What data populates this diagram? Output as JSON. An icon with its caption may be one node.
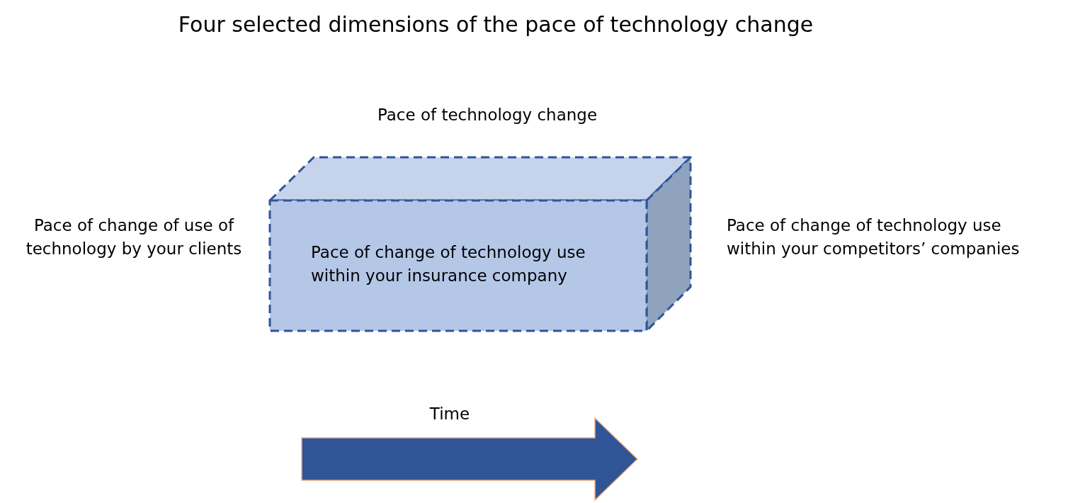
{
  "diagram": {
    "title": "Four selected dimensions of the pace of technology change",
    "nodes": [
      {
        "text": [
          "Pace of change of technology use within your insurance company"
        ]
      }
    ],
    "labels": [
      "Pace of technology change",
      "Pace of change of use of technology by your clients",
      "Pace of change of technology use within your competitors’ companies",
      "Time"
    ]
  }
}
